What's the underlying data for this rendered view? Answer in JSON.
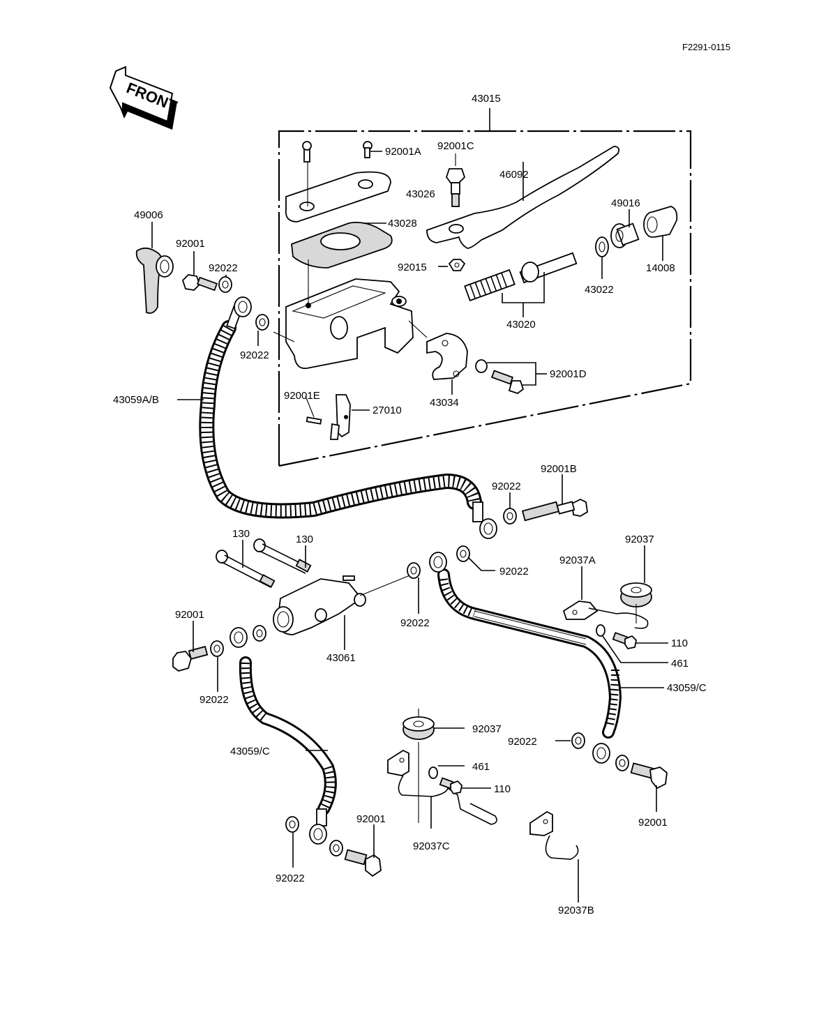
{
  "diagram": {
    "code": "F2291-0115",
    "front_label": "FRONT",
    "assembly_label": "43015",
    "labels": {
      "p92001A": "92001A",
      "p92001C": "92001C",
      "p43026": "43026",
      "p46092": "46092",
      "p43028": "43028",
      "p49016": "49016",
      "p49006": "49006",
      "p92001_top": "92001",
      "p92022_top1": "92022",
      "p92015": "92015",
      "p14008": "14008",
      "p43022": "43022",
      "p43020": "43020",
      "p92022_top2": "92022",
      "p92001D": "92001D",
      "p43059AB": "43059A/B",
      "p92001E": "92001E",
      "p27010": "27010",
      "p43034": "43034",
      "p92022_mid1": "92022",
      "p92001B": "92001B",
      "p130_a": "130",
      "p130_b": "130",
      "p92037_top": "92037",
      "p92022_mid2": "92022",
      "p92037A": "92037A",
      "p92001_left": "92001",
      "p92022_mid3": "92022",
      "p110_top": "110",
      "p43061": "43061",
      "p461_top": "461",
      "p92022_left": "92022",
      "p43059C_right": "43059/C",
      "p92037_bot": "92037",
      "p92022_right": "92022",
      "p43059C_left": "43059/C",
      "p461_bot": "461",
      "p110_bot": "110",
      "p92001_bot": "92001",
      "p92037C": "92037C",
      "p92001_right": "92001",
      "p92022_bot": "92022",
      "p92037B": "92037B"
    }
  }
}
